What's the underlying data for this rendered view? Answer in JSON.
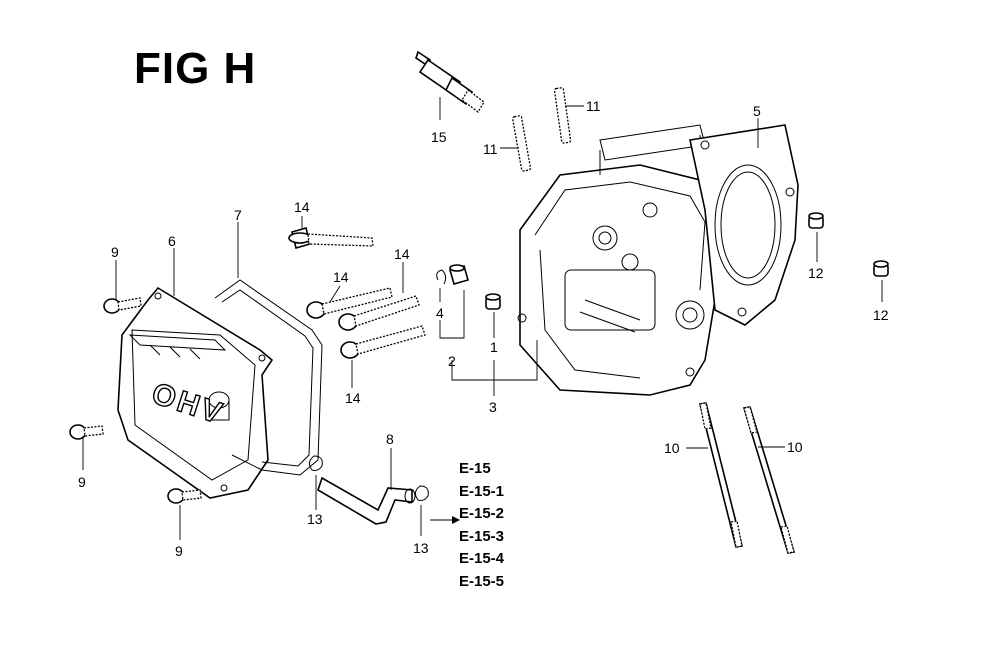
{
  "figure": {
    "title": "FIG H"
  },
  "callouts": [
    {
      "key": "p1",
      "text": "1"
    },
    {
      "key": "p2",
      "text": "2"
    },
    {
      "key": "p3",
      "text": "3"
    },
    {
      "key": "p4",
      "text": "4"
    },
    {
      "key": "p5",
      "text": "5"
    },
    {
      "key": "p6",
      "text": "6"
    },
    {
      "key": "p7",
      "text": "7"
    },
    {
      "key": "p8",
      "text": "8"
    },
    {
      "key": "p9a",
      "text": "9"
    },
    {
      "key": "p9b",
      "text": "9"
    },
    {
      "key": "p9c",
      "text": "9"
    },
    {
      "key": "p10a",
      "text": "10"
    },
    {
      "key": "p10b",
      "text": "10"
    },
    {
      "key": "p11a",
      "text": "11"
    },
    {
      "key": "p11b",
      "text": "11"
    },
    {
      "key": "p12a",
      "text": "12"
    },
    {
      "key": "p12b",
      "text": "12"
    },
    {
      "key": "p13a",
      "text": "13"
    },
    {
      "key": "p13b",
      "text": "13"
    },
    {
      "key": "p14a",
      "text": "14"
    },
    {
      "key": "p14b",
      "text": "14"
    },
    {
      "key": "p14c",
      "text": "14"
    },
    {
      "key": "p14d",
      "text": "14"
    },
    {
      "key": "p15",
      "text": "15"
    }
  ],
  "cover_lettering": "OHV",
  "references": [
    "E-15",
    "E-15-1",
    "E-15-2",
    "E-15-3",
    "E-15-4",
    "E-15-5"
  ]
}
